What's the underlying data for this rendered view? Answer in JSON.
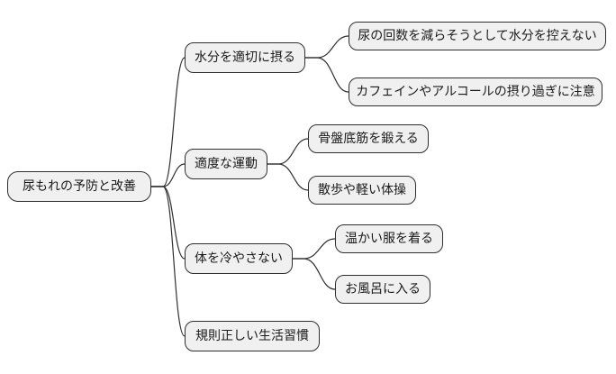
{
  "diagram": {
    "type": "mindmap",
    "root": {
      "label": "尿もれの予防と改善"
    },
    "branches": [
      {
        "label": "水分を適切に摂る",
        "children": [
          {
            "label": "尿の回数を減らそうとして水分を控えない"
          },
          {
            "label": "カフェインやアルコールの摂り過ぎに注意"
          }
        ]
      },
      {
        "label": "適度な運動",
        "children": [
          {
            "label": "骨盤底筋を鍛える"
          },
          {
            "label": "散歩や軽い体操"
          }
        ]
      },
      {
        "label": "体を冷やさない",
        "children": [
          {
            "label": "温かい服を着る"
          },
          {
            "label": "お風呂に入る"
          }
        ]
      },
      {
        "label": "規則正しい生活習慣",
        "children": []
      }
    ],
    "colors": {
      "background": "#ffffff",
      "node_fill": "#f0f0f0",
      "node_border": "#2f2f2f",
      "line": "#2f2f2f",
      "text": "#1a1a1a"
    }
  }
}
